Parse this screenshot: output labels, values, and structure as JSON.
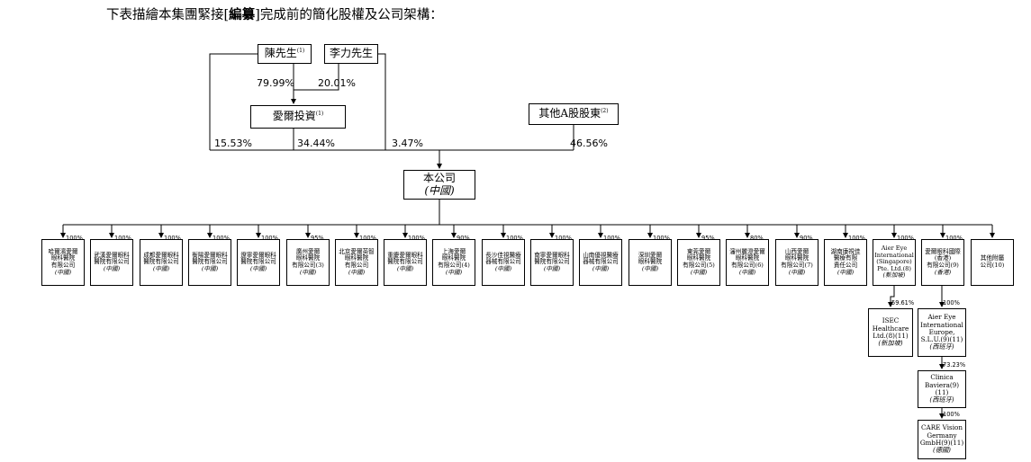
{
  "intro": {
    "prefix": "下表描繪本集團緊接[",
    "bold": "編纂",
    "suffix": "]完成前的簡化股權及公司架構："
  },
  "shareholders": {
    "chen": {
      "name": "陳先生",
      "note": "(1)"
    },
    "li": {
      "name": "李力先生"
    },
    "aier_invest": {
      "name": "愛爾投資",
      "note": "(1)"
    },
    "other_a": {
      "name": "其他A股股東",
      "note": "(2)"
    }
  },
  "percentages": {
    "chen_to_invest": "79.99%",
    "li_to_invest": "20.01%",
    "chen_direct": "15.53%",
    "invest_direct": "34.44%",
    "li_direct": "3.47%",
    "other_direct": "46.56%"
  },
  "company": {
    "name": "本公司",
    "country": "(中國)"
  },
  "subsidiaries": [
    {
      "pct": "100%",
      "lines": [
        "哈爾濱愛爾",
        "眼科醫院",
        "有限公司"
      ],
      "country": "(中國)"
    },
    {
      "pct": "100%",
      "lines": [
        "武漢愛爾眼科",
        "醫院有限公司"
      ],
      "country": "(中國)"
    },
    {
      "pct": "100%",
      "lines": [
        "成都愛爾眼科",
        "醫院有限公司"
      ],
      "country": "(中國)"
    },
    {
      "pct": "100%",
      "lines": [
        "衡陽愛爾眼科",
        "醫院有限公司"
      ],
      "country": "(中國)"
    },
    {
      "pct": "100%",
      "lines": [
        "遼寧愛爾眼科",
        "醫院有限公司"
      ],
      "country": "(中國)"
    },
    {
      "pct": "95%",
      "lines": [
        "廣州愛爾",
        "眼科醫院",
        "有限公司(3)"
      ],
      "country": "(中國)"
    },
    {
      "pct": "100%",
      "lines": [
        "北京愛爾英智",
        "眼科醫院",
        "有限公司"
      ],
      "country": "(中國)"
    },
    {
      "pct": "100%",
      "lines": [
        "重慶愛爾眼科",
        "醫院有限公司"
      ],
      "country": "(中國)"
    },
    {
      "pct": "90%",
      "lines": [
        "上海愛爾",
        "眼科醫院",
        "有限公司(4)"
      ],
      "country": "(中國)"
    },
    {
      "pct": "100%",
      "lines": [
        "長沙佳視醫療",
        "器械有限公司"
      ],
      "country": "(中國)"
    },
    {
      "pct": "100%",
      "lines": [
        "南寧愛爾眼科",
        "醫院有限公司"
      ],
      "country": "(中國)"
    },
    {
      "pct": "100%",
      "lines": [
        "山南優視醫療",
        "器械有限公司"
      ],
      "country": "(中國)"
    },
    {
      "pct": "100%",
      "lines": [
        "深圳愛爾",
        "眼科醫院"
      ],
      "country": "(中國)"
    },
    {
      "pct": "95%",
      "lines": [
        "東莞愛爾",
        "眼科醫院",
        "有限公司(5)"
      ],
      "country": "(中國)"
    },
    {
      "pct": "80%",
      "lines": [
        "瀋州麗澄愛爾",
        "眼科醫院",
        "有限公司(6)"
      ],
      "country": "(中國)"
    },
    {
      "pct": "90%",
      "lines": [
        "山西愛爾",
        "眼科醫院",
        "有限公司(7)"
      ],
      "country": "(中國)"
    },
    {
      "pct": "100%",
      "lines": [
        "湖南康視佳",
        "醫療有限",
        "責任公司"
      ],
      "country": "(中國)"
    },
    {
      "pct": "100%",
      "lines": [
        "Aier Eye",
        "International",
        "(Singapore)",
        "Pte. Ltd.(8)"
      ],
      "country": "(新加坡)"
    },
    {
      "pct": "100%",
      "lines": [
        "愛爾眼科國際",
        "(香港)",
        "有限公司(9)"
      ],
      "country": "(香港)"
    },
    {
      "pct": "",
      "lines": [
        "其他附屬",
        "公司(10)"
      ],
      "country": ""
    }
  ],
  "lower": {
    "isec": {
      "pct": "59.61%",
      "lines": [
        "ISEC",
        "Healthcare",
        "Ltd.(8)(11)"
      ],
      "country": "(新加坡)"
    },
    "aier_europe": {
      "pct": "100%",
      "lines": [
        "Aier Eye",
        "International",
        "Europe,",
        "S.L.U.(9)(11)"
      ],
      "country": "(西班牙)"
    },
    "baviera": {
      "pct": "73.23%",
      "lines": [
        "Clinica",
        "Baviera(9)(11)"
      ],
      "country": "(西班牙)"
    },
    "care_vision": {
      "pct": "100%",
      "lines": [
        "CARE Vision",
        "Germany",
        "GmbH(9)(11)"
      ],
      "country": "(德國)"
    }
  }
}
